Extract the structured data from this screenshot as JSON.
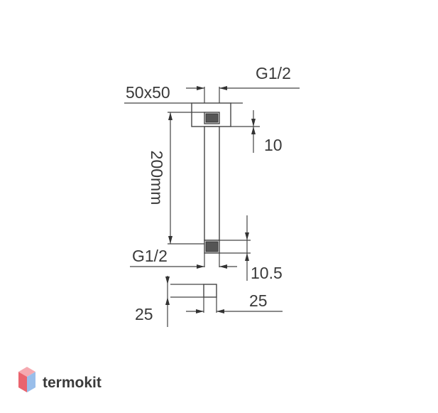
{
  "labels": {
    "top_thread": "G1/2",
    "flange_size": "50x50",
    "top_height": "10",
    "length": "200mm",
    "bottom_thread": "G1/2",
    "bottom_height": "10.5",
    "section_height": "25",
    "section_width": "25"
  },
  "brand": {
    "name": "termokit",
    "colors": {
      "top": "#f4a0a8",
      "left": "#e8545f",
      "right": "#8fb8e8"
    }
  },
  "colors": {
    "line": "#444444",
    "text": "#3a3a3a",
    "brand_text": "#8f8f8f"
  }
}
